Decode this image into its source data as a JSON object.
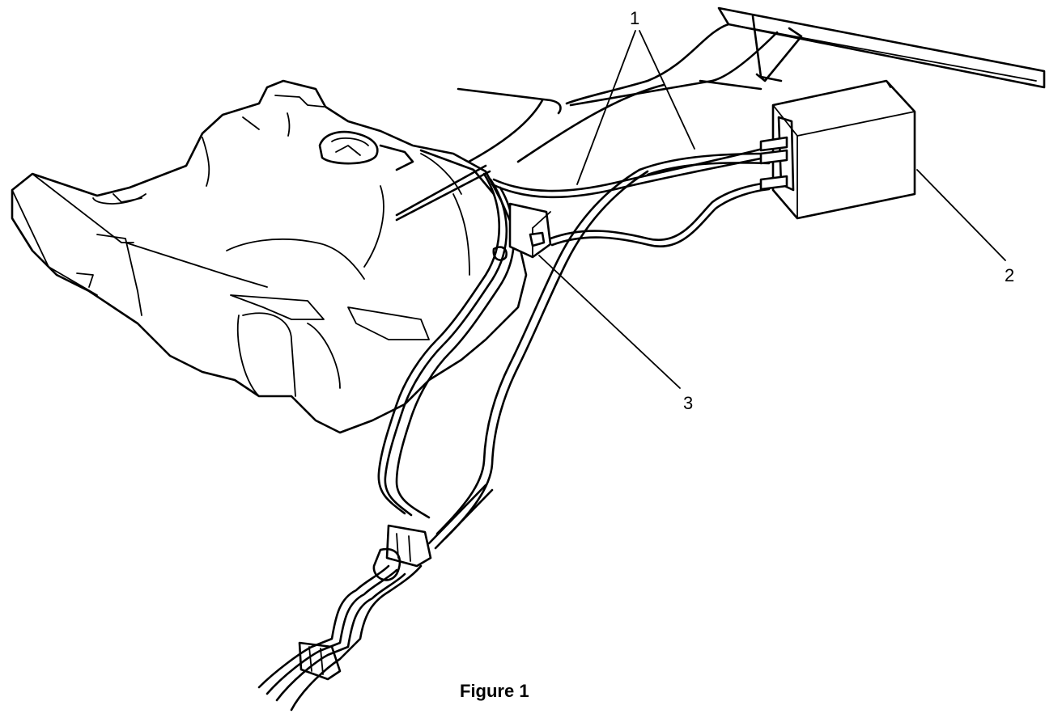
{
  "figure": {
    "caption": "Figure 1",
    "callouts": [
      {
        "id": "1",
        "label": "1"
      },
      {
        "id": "2",
        "label": "2"
      },
      {
        "id": "3",
        "label": "3"
      }
    ]
  }
}
